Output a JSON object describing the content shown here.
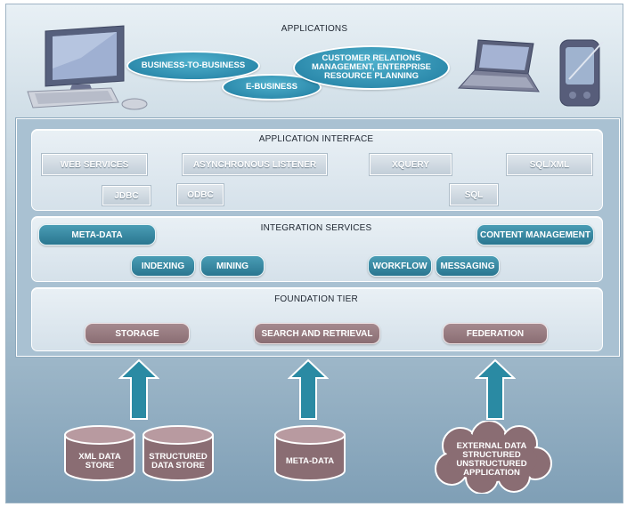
{
  "applications": {
    "title": "APPLICATIONS",
    "items": [
      "BUSINESS-TO-BUSINESS",
      "E-BUSINESS",
      "CUSTOMER RELATIONS MANAGEMENT, ENTERPRISE RESOURCE PLANNING"
    ],
    "icons": [
      "desktop-computer-icon",
      "laptop-icon",
      "pda-icon"
    ]
  },
  "application_interface": {
    "title": "APPLICATION INTERFACE",
    "items": [
      "WEB SERVICES",
      "ASYNCHRONOUS LISTENER",
      "XQUERY",
      "SQL/XML",
      "JDBC",
      "ODBC",
      "SQL"
    ]
  },
  "integration_services": {
    "title": "INTEGRATION SERVICES",
    "items": [
      "META-DATA",
      "CONTENT MANAGEMENT",
      "INDEXING",
      "MINING",
      "WORKFLOW",
      "MESSAGING"
    ]
  },
  "foundation_tier": {
    "title": "FOUNDATION TIER",
    "items": [
      "STORAGE",
      "SEARCH AND RETRIEVAL",
      "FEDERATION"
    ]
  },
  "data_sources": {
    "xml": "XML DATA STORE",
    "structured": "STRUCTURED DATA STORE",
    "metadata": "META-DATA",
    "external": "EXTERNAL DATA STRUCTURED UNSTRUCTURED APPLICATION"
  },
  "colors": {
    "teal": "#2a7690",
    "mauve": "#8a6d73",
    "ellipse": "#2b89ab",
    "arrow": "#2a8aa3",
    "panel": "#dfe8ef"
  }
}
